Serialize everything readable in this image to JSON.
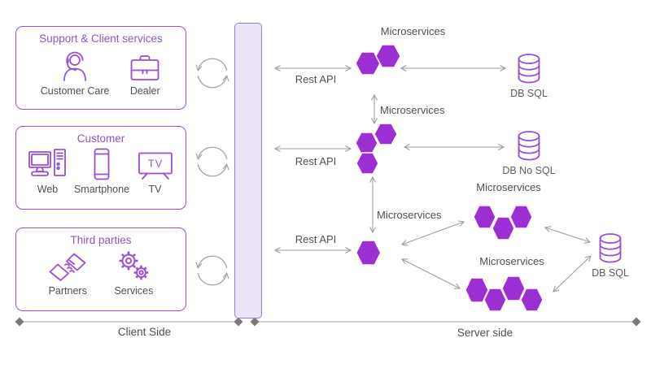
{
  "colors": {
    "hexagon": "#9b2fd4",
    "outline_purple": "#9a4fd3",
    "gateway_fill": "#ece4f7",
    "gateway_border": "#9b7ec9",
    "title_purple": "#8f55c6",
    "text_dark": "#4f4f4f",
    "arrow_gray": "#9e9e9e",
    "axis_line": "#b3b3b3",
    "axis_diamond": "#7a7a7a"
  },
  "client": {
    "axis_label": "Client Side",
    "groups": [
      {
        "title": "Support & Client services",
        "items": [
          {
            "label": "Customer Care",
            "icon": "customer-care-icon"
          },
          {
            "label": "Dealer",
            "icon": "briefcase-icon"
          }
        ]
      },
      {
        "title": "Customer",
        "items": [
          {
            "label": "Web",
            "icon": "desktop-computer-icon"
          },
          {
            "label": "Smartphone",
            "icon": "smartphone-icon"
          },
          {
            "label": "TV",
            "icon": "tv-icon",
            "icon_text": "TV"
          }
        ]
      },
      {
        "title": "Third parties",
        "items": [
          {
            "label": "Partners",
            "icon": "handshake-icon"
          },
          {
            "label": "Services",
            "icon": "gears-icon"
          }
        ]
      }
    ]
  },
  "server": {
    "axis_label": "Server side",
    "microservices_label": "Microservices",
    "rest_api_label": "Rest API",
    "databases": [
      {
        "label": "DB SQL",
        "icon": "database-icon"
      },
      {
        "label": "DB No SQL",
        "icon": "database-icon"
      },
      {
        "label": "DB SQL",
        "icon": "database-icon"
      }
    ]
  }
}
